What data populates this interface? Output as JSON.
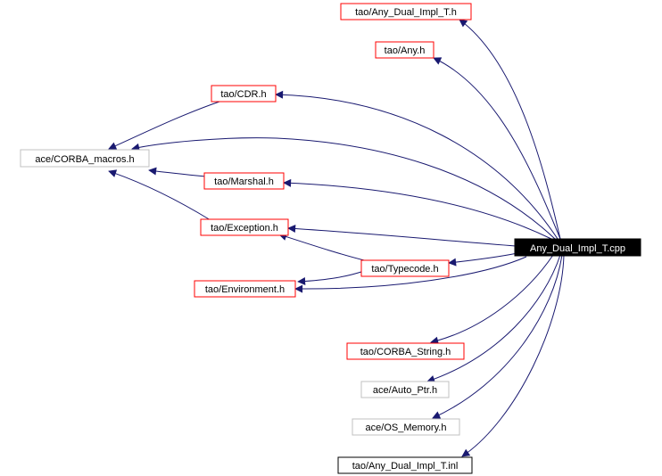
{
  "colors": {
    "edge": "#191970",
    "linked_border": "#ff0000",
    "external_border": "#c0c0c0",
    "documented_border": "#000000",
    "root_fill": "#000000",
    "root_text": "#ffffff"
  },
  "nodes": {
    "root": "Any_Dual_Impl_T.cpp",
    "any_dual_impl_t_h": "tao/Any_Dual_Impl_T.h",
    "any_h": "tao/Any.h",
    "cdr_h": "tao/CDR.h",
    "corba_macros_h": "ace/CORBA_macros.h",
    "marshal_h": "tao/Marshal.h",
    "exception_h": "tao/Exception.h",
    "typecode_h": "tao/Typecode.h",
    "environment_h": "tao/Environment.h",
    "corba_string_h": "tao/CORBA_String.h",
    "auto_ptr_h": "ace/Auto_Ptr.h",
    "os_memory_h": "ace/OS_Memory.h",
    "any_dual_impl_t_inl": "tao/Any_Dual_Impl_T.inl"
  }
}
